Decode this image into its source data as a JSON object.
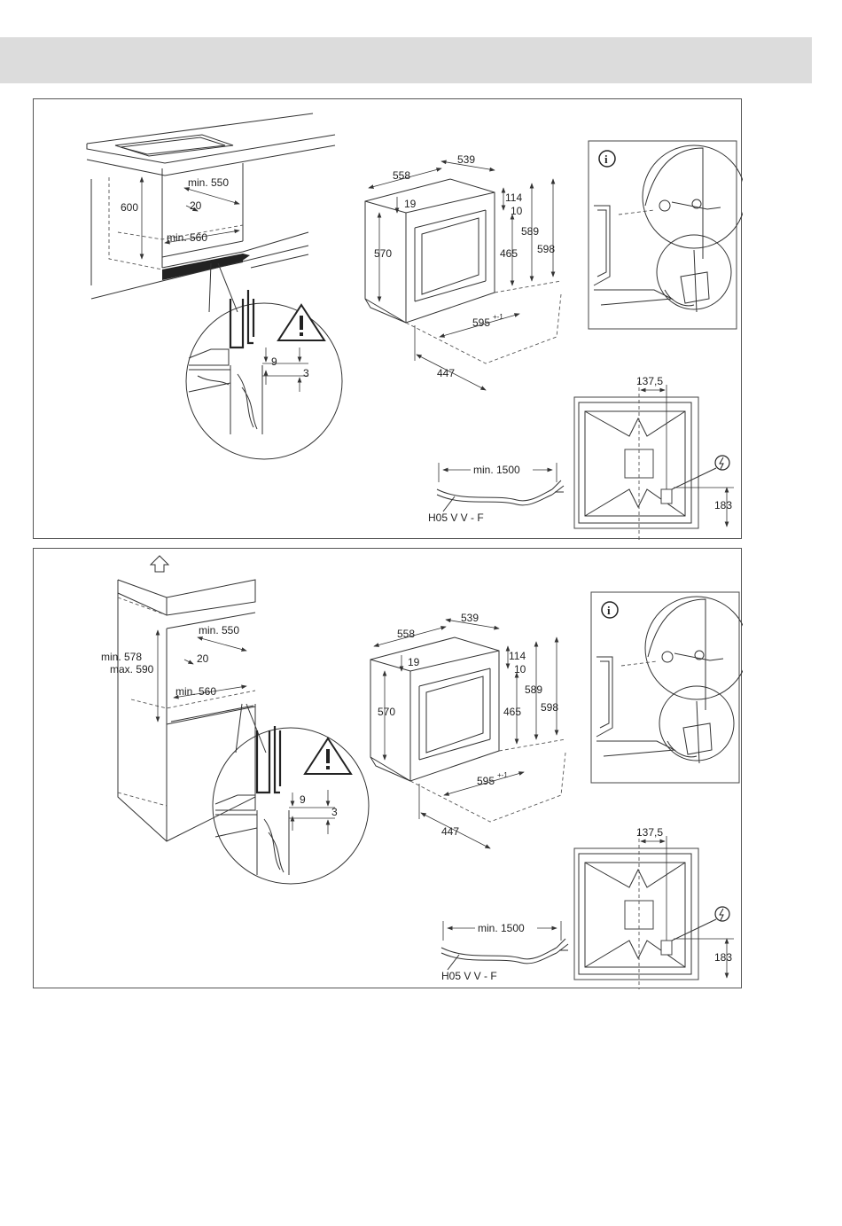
{
  "colors": {
    "header_bar": "#dcdcdc",
    "line": "#333333",
    "border": "#555555"
  },
  "panels": [
    {
      "cabinet": {
        "labels": {
          "height": "600",
          "depth": "min. 550",
          "gap": "20",
          "width": "min. 560"
        },
        "detail": {
          "gap_top": "9",
          "gap_bottom": "3"
        }
      },
      "oven": {
        "labels": {
          "depth_total": "558",
          "depth_body": "539",
          "front_top": "19",
          "top_offset": "114",
          "top_offset_2": "10",
          "front_height": "570",
          "inner_height": "465",
          "body_height": "589",
          "total_height": "598",
          "width": "595",
          "width_tol": "+-1",
          "depth_base": "447"
        }
      },
      "info_icon": "info-icon",
      "warning_icon": "warning-icon",
      "cable": {
        "length": "min. 1500",
        "type": "H05 V V - F"
      },
      "back_panel": {
        "offset_x": "137,5",
        "offset_y": "183"
      }
    },
    {
      "cabinet": {
        "labels": {
          "height_min": "min. 578",
          "height_max": "max. 590",
          "depth": "min. 550",
          "gap": "20",
          "width": "min. 560"
        },
        "detail": {
          "gap_top": "9",
          "gap_bottom": "3"
        }
      },
      "oven": {
        "labels": {
          "depth_total": "558",
          "depth_body": "539",
          "front_top": "19",
          "top_offset": "114",
          "top_offset_2": "10",
          "front_height": "570",
          "inner_height": "465",
          "body_height": "589",
          "total_height": "598",
          "width": "595",
          "width_tol": "+-1",
          "depth_base": "447"
        }
      },
      "info_icon": "info-icon",
      "warning_icon": "warning-icon",
      "cable": {
        "length": "min. 1500",
        "type": "H05 V V - F"
      },
      "back_panel": {
        "offset_x": "137,5",
        "offset_y": "183"
      }
    }
  ]
}
